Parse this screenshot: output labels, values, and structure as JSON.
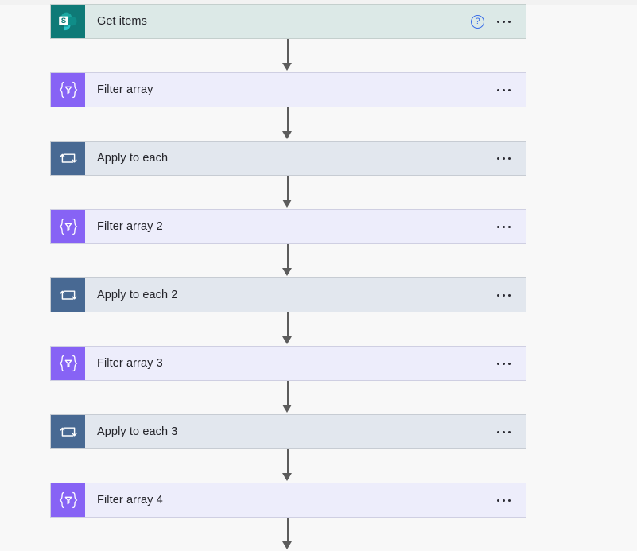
{
  "app": {
    "name": "Power Automate flow designer",
    "canvas_background": "#f8f8f8"
  },
  "colors": {
    "sharepoint_icon_bg": "#0e7a77",
    "sharepoint_card_bg": "#dce9e7",
    "filter_icon_bg": "#8763f5",
    "filter_card_bg": "#ededfb",
    "loop_icon_bg": "#486993",
    "loop_card_bg": "#e2e7ee",
    "card_border": "#c8c8c8",
    "connector_arrow": "#5c5c5c",
    "help_icon_blue": "#3a6ee8",
    "title_text": "#24242a"
  },
  "steps": [
    {
      "id": "get-items",
      "title": "Get items",
      "type": "sharepoint",
      "icon": "sharepoint-icon",
      "has_help": true,
      "has_menu": true,
      "menu_label": "•••",
      "help_label": "?"
    },
    {
      "id": "filter-array",
      "title": "Filter array",
      "type": "filter",
      "icon": "filter-array-icon",
      "has_help": false,
      "has_menu": true,
      "menu_label": "•••"
    },
    {
      "id": "apply-to-each",
      "title": "Apply to each",
      "type": "loop",
      "icon": "apply-to-each-icon",
      "has_help": false,
      "has_menu": true,
      "menu_label": "•••"
    },
    {
      "id": "filter-array-2",
      "title": "Filter array 2",
      "type": "filter",
      "icon": "filter-array-icon",
      "has_help": false,
      "has_menu": true,
      "menu_label": "•••"
    },
    {
      "id": "apply-to-each-2",
      "title": "Apply to each 2",
      "type": "loop",
      "icon": "apply-to-each-icon",
      "has_help": false,
      "has_menu": true,
      "menu_label": "•••"
    },
    {
      "id": "filter-array-3",
      "title": "Filter array 3",
      "type": "filter",
      "icon": "filter-array-icon",
      "has_help": false,
      "has_menu": true,
      "menu_label": "•••"
    },
    {
      "id": "apply-to-each-3",
      "title": "Apply to each 3",
      "type": "loop",
      "icon": "apply-to-each-icon",
      "has_help": false,
      "has_menu": true,
      "menu_label": "•••"
    },
    {
      "id": "filter-array-4",
      "title": "Filter array 4",
      "type": "filter",
      "icon": "filter-array-icon",
      "has_help": false,
      "has_menu": true,
      "menu_label": "•••"
    }
  ]
}
